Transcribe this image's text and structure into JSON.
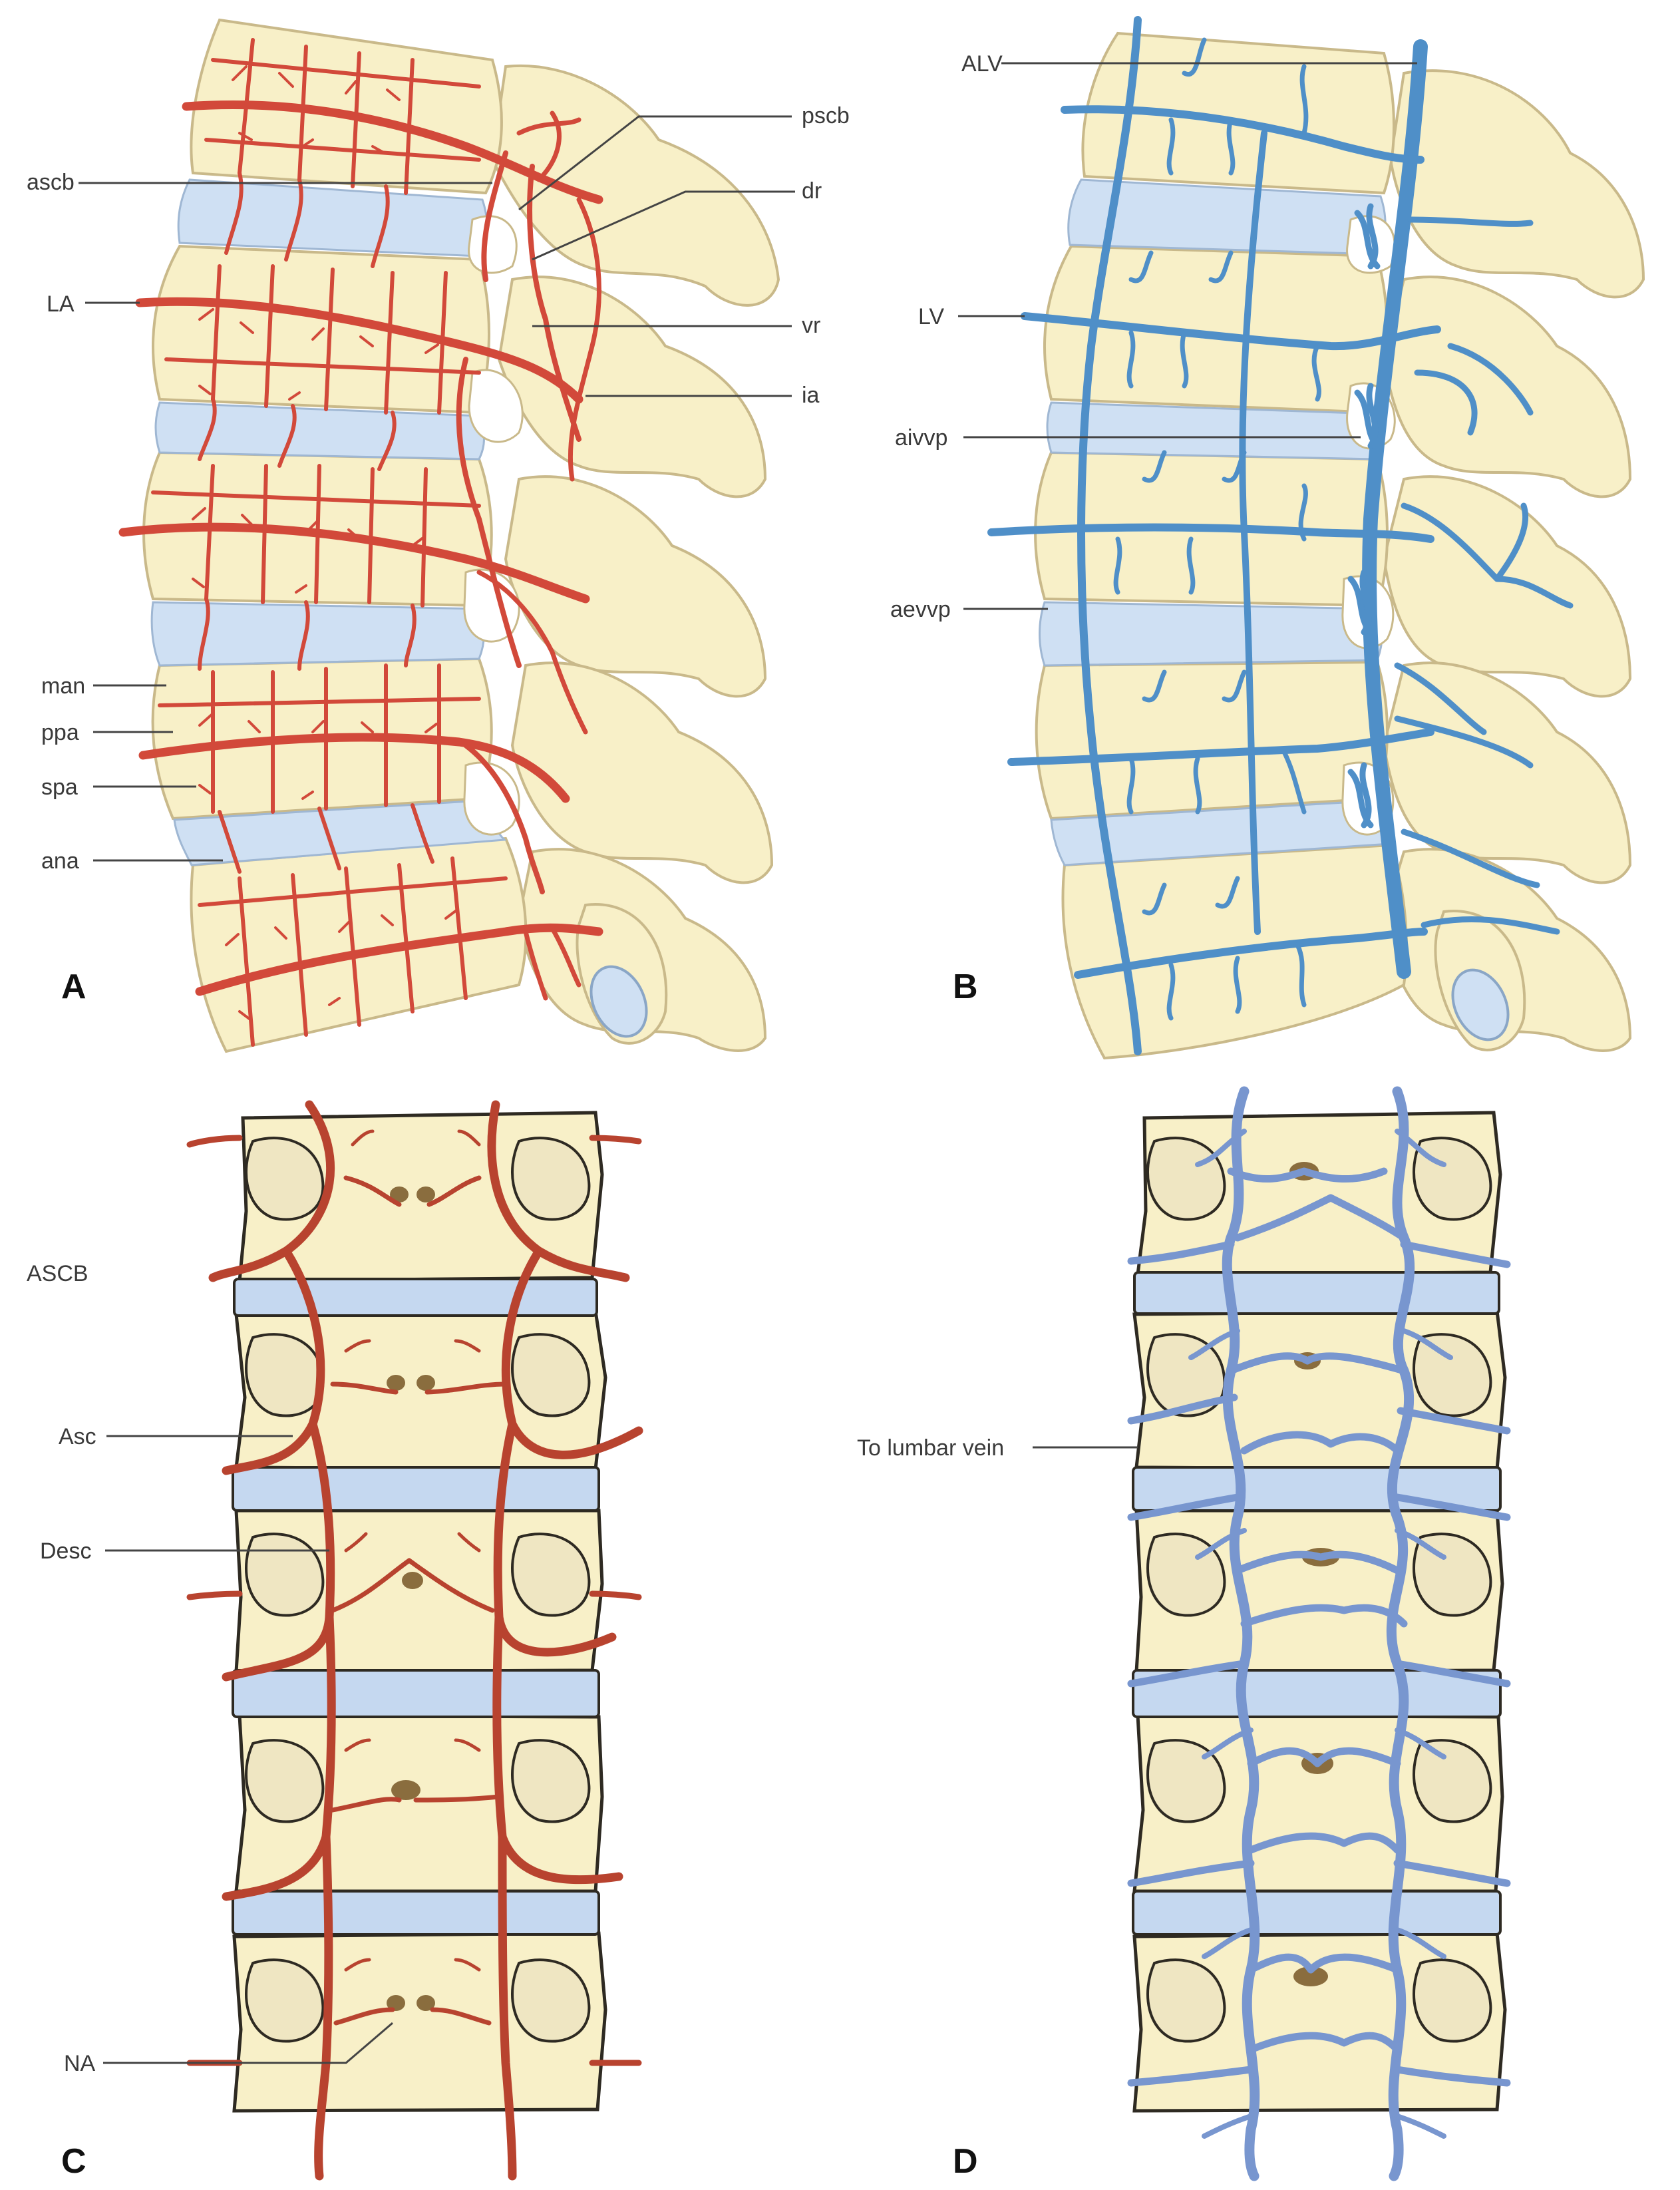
{
  "panels": [
    {
      "letter": "A",
      "labels": {
        "pscb": "pscb",
        "ascb": "ascb",
        "dr": "dr",
        "la": "LA",
        "vr": "vr",
        "ia": "ia",
        "man": "man",
        "ppa": "ppa",
        "spa": "spa",
        "ana": "ana"
      }
    },
    {
      "letter": "B",
      "labels": {
        "alv": "ALV",
        "lv": "LV",
        "aivvp": "aivvp",
        "aevvp": "aevvp"
      }
    },
    {
      "letter": "C",
      "labels": {
        "ascb": "ASCB",
        "asc": "Asc",
        "desc": "Desc",
        "na": "NA"
      }
    },
    {
      "letter": "D",
      "labels": {
        "lumbar": "To lumbar vein"
      }
    }
  ],
  "colors": {
    "artery": "#d2493a",
    "artery_posterior": "#b8432f",
    "vein_lateral": "#4f8fc8",
    "vein_posterior": "#7896cf",
    "bone": "#f8f0c8",
    "disc": "#cfe0f3"
  }
}
